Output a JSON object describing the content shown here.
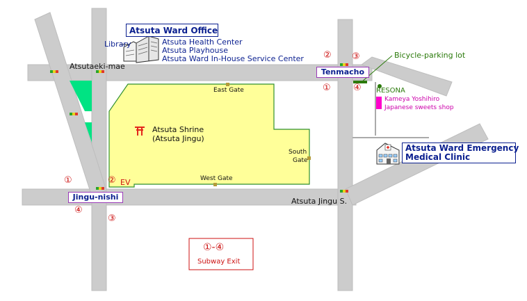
{
  "colors": {
    "road": "#cccccc",
    "shrine_fill": "#ffff99",
    "shrine_border": "#2f8f2f",
    "park": "#00e383",
    "label_blue": "#0a1f8f",
    "exit_red": "#cc1111",
    "green_text": "#2b7a0b",
    "magenta": "#ff00cc",
    "station_border": "#9a3bb8"
  },
  "labels": {
    "ward_office": "Atsuta Ward Office",
    "library": "Library",
    "health_center": "Atsuta Health Center",
    "playhouse": "Atsuta Playhouse",
    "in_house": "Atsuta Ward In-House Service Center",
    "atsutaeki_mae": "Atsutaeki-mae",
    "east_gate": "East Gate",
    "shrine_line1": "Atsuta Shrine",
    "shrine_line2": "(Atsuta Jingu)",
    "south_gate_line1": "South",
    "south_gate_line2": "Gate",
    "west_gate": "West Gate",
    "atsuta_jingu_st": "Atsuta Jingu S.",
    "bicycle_parking": "Bicycle-parking lot",
    "resona": "RESONA",
    "kameya_line1": "Kameya Yoshihiro",
    "kameya_line2": "Japanese sweets shop",
    "clinic_line1": "Atsuta Ward Emergency",
    "clinic_line2": "Medical Clinic",
    "tenmacho": "Tenmacho",
    "jingu_nishi": "Jingu-nishi",
    "ev": "EV",
    "legend_range": "①-④",
    "legend_caption": "Subway Exit"
  },
  "exits": {
    "e1": "①",
    "e2": "②",
    "e3": "③",
    "e4": "④"
  },
  "icons": {
    "torii": "torii-icon",
    "building": "building-icon",
    "hospital": "hospital-icon",
    "traffic_light": "traffic-light-icon"
  }
}
